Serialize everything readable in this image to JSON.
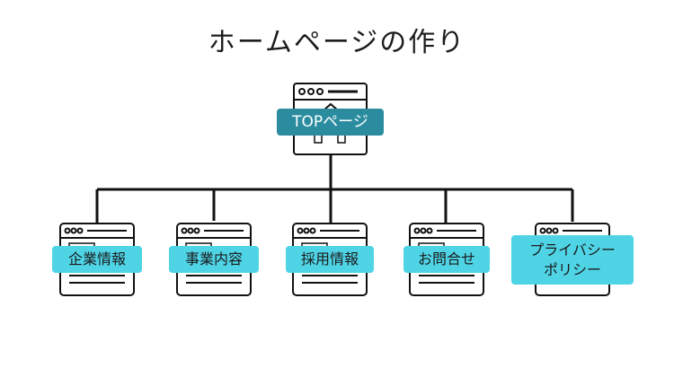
{
  "title": "ホームページの作り",
  "colors": {
    "root_label_bg": "#2a8c9e",
    "child_label_bg": "#4fd4e6",
    "line": "#111111"
  },
  "root": {
    "label": "TOPページ",
    "icon": "browser-window-home-icon"
  },
  "children": [
    {
      "label": "企業情報",
      "icon": "browser-window-icon"
    },
    {
      "label": "事業内容",
      "icon": "browser-window-icon"
    },
    {
      "label": "採用情報",
      "icon": "browser-window-icon"
    },
    {
      "label": "お問合せ",
      "icon": "browser-window-icon"
    },
    {
      "label_line1": "プライバシー",
      "label_line2": "ポリシー",
      "icon": "browser-window-icon"
    }
  ]
}
